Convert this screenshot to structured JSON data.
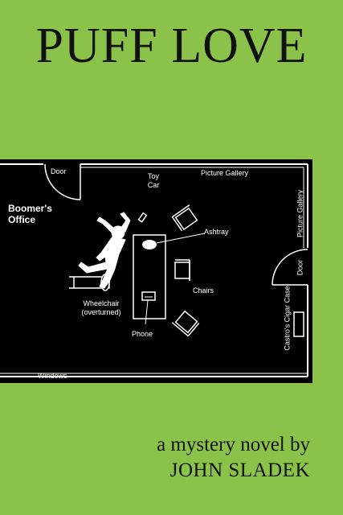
{
  "cover": {
    "title": "PUFF LOVE",
    "subtitle": "a mystery novel by",
    "author": "JOHN SLADEK"
  },
  "floor_plan": {
    "room_name": "Boomer's Office",
    "labels": {
      "door_top": "Door",
      "toy_car": "Toy Car",
      "picture_gallery_top": "Picture Gallery",
      "picture_gallery_side": "Picture Gallery",
      "ashtray": "Ashtray",
      "door_right": "Door",
      "chairs": "Chairs",
      "wheelchair": "Wheelchair (overturned)",
      "phone": "Phone",
      "cigar_case": "Castro's Cigar Case",
      "windows": "Windows"
    },
    "colors": {
      "background": "#000000",
      "lines": "#ffffff",
      "cover_background": "#8bc34a"
    }
  }
}
